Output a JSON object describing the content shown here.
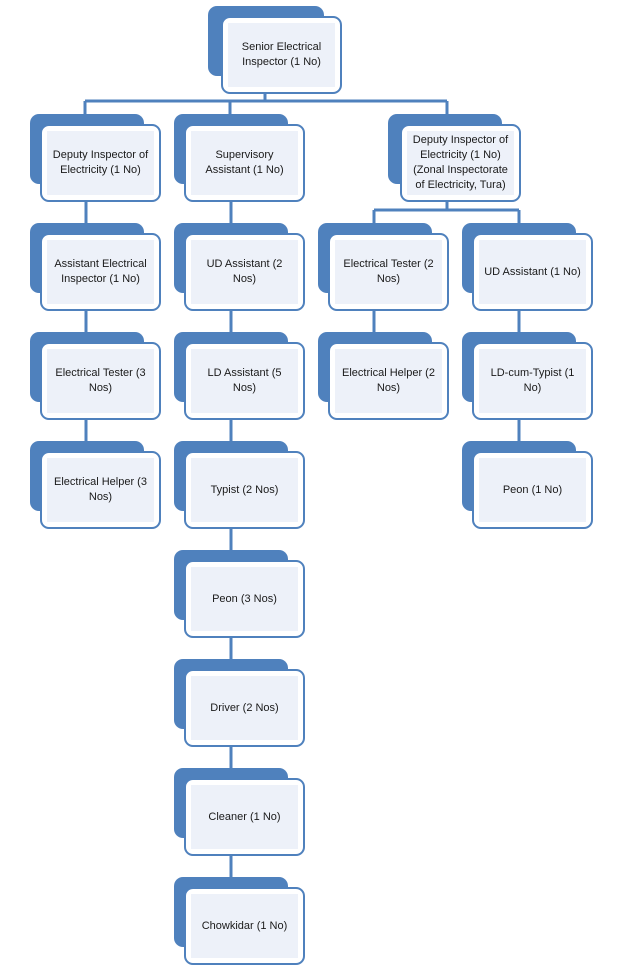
{
  "org_chart": {
    "root": {
      "label": "Senior Electrical Inspector (1 No)"
    },
    "branches": [
      {
        "head": "Deputy Inspector of Electricity (1 No)",
        "items": [
          "Assistant Electrical Inspector (1 No)",
          "Electrical Tester  (3 Nos)",
          "Electrical Helper (3 Nos)"
        ]
      },
      {
        "head": "Supervisory Assistant (1 No)",
        "items": [
          "UD Assistant  (2 Nos)",
          "LD Assistant  (5 Nos)",
          "Typist (2 Nos)",
          "Peon (3 Nos)",
          "Driver (2 Nos)",
          "Cleaner (1 No)",
          "Chowkidar (1 No)"
        ]
      },
      {
        "head": "Deputy Inspector of Electricity (1 No) (Zonal Inspectorate of Electricity, Tura)",
        "sub_branches": [
          {
            "items": [
              "Electrical Tester (2 Nos)",
              "Electrical Helper (2 Nos)"
            ]
          },
          {
            "items": [
              "UD Assistant  (1 No)",
              "LD-cum-Typist (1 No)",
              "Peon (1 No)"
            ]
          }
        ]
      }
    ]
  },
  "colors": {
    "accent": "#4f81bd",
    "box_fill": "#edf1f9",
    "text": "#1a1a1a"
  }
}
